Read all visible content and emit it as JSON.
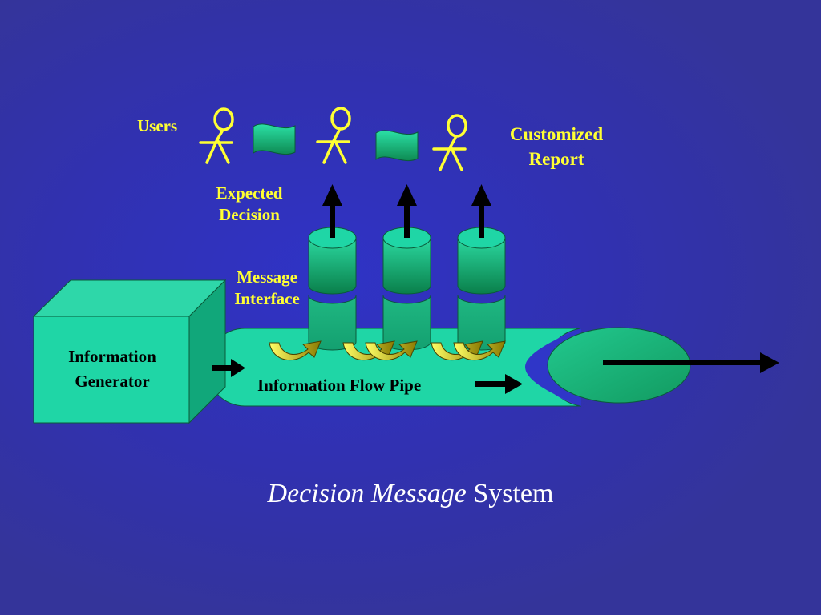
{
  "labels": {
    "users": "Users",
    "customized_report": [
      "Customized",
      "Report"
    ],
    "expected_decision": [
      "Expected",
      "Decision"
    ],
    "message_interface": [
      "Message",
      "Interface"
    ],
    "information_generator": [
      "Information",
      "Generator"
    ],
    "information_flow_pipe": "Information Flow Pipe"
  },
  "title": {
    "italic_part": "Decision Message",
    "plain_part": " System"
  },
  "colors": {
    "background": "#34349a",
    "label_yellow": "#ffff33",
    "teal": "#1fd6a6",
    "green": "#0f8f58",
    "arrow": "#000000"
  },
  "icons": [
    "person-icon",
    "person-icon",
    "person-icon",
    "flag-icon",
    "flag-icon",
    "curved-arrow-icon"
  ]
}
